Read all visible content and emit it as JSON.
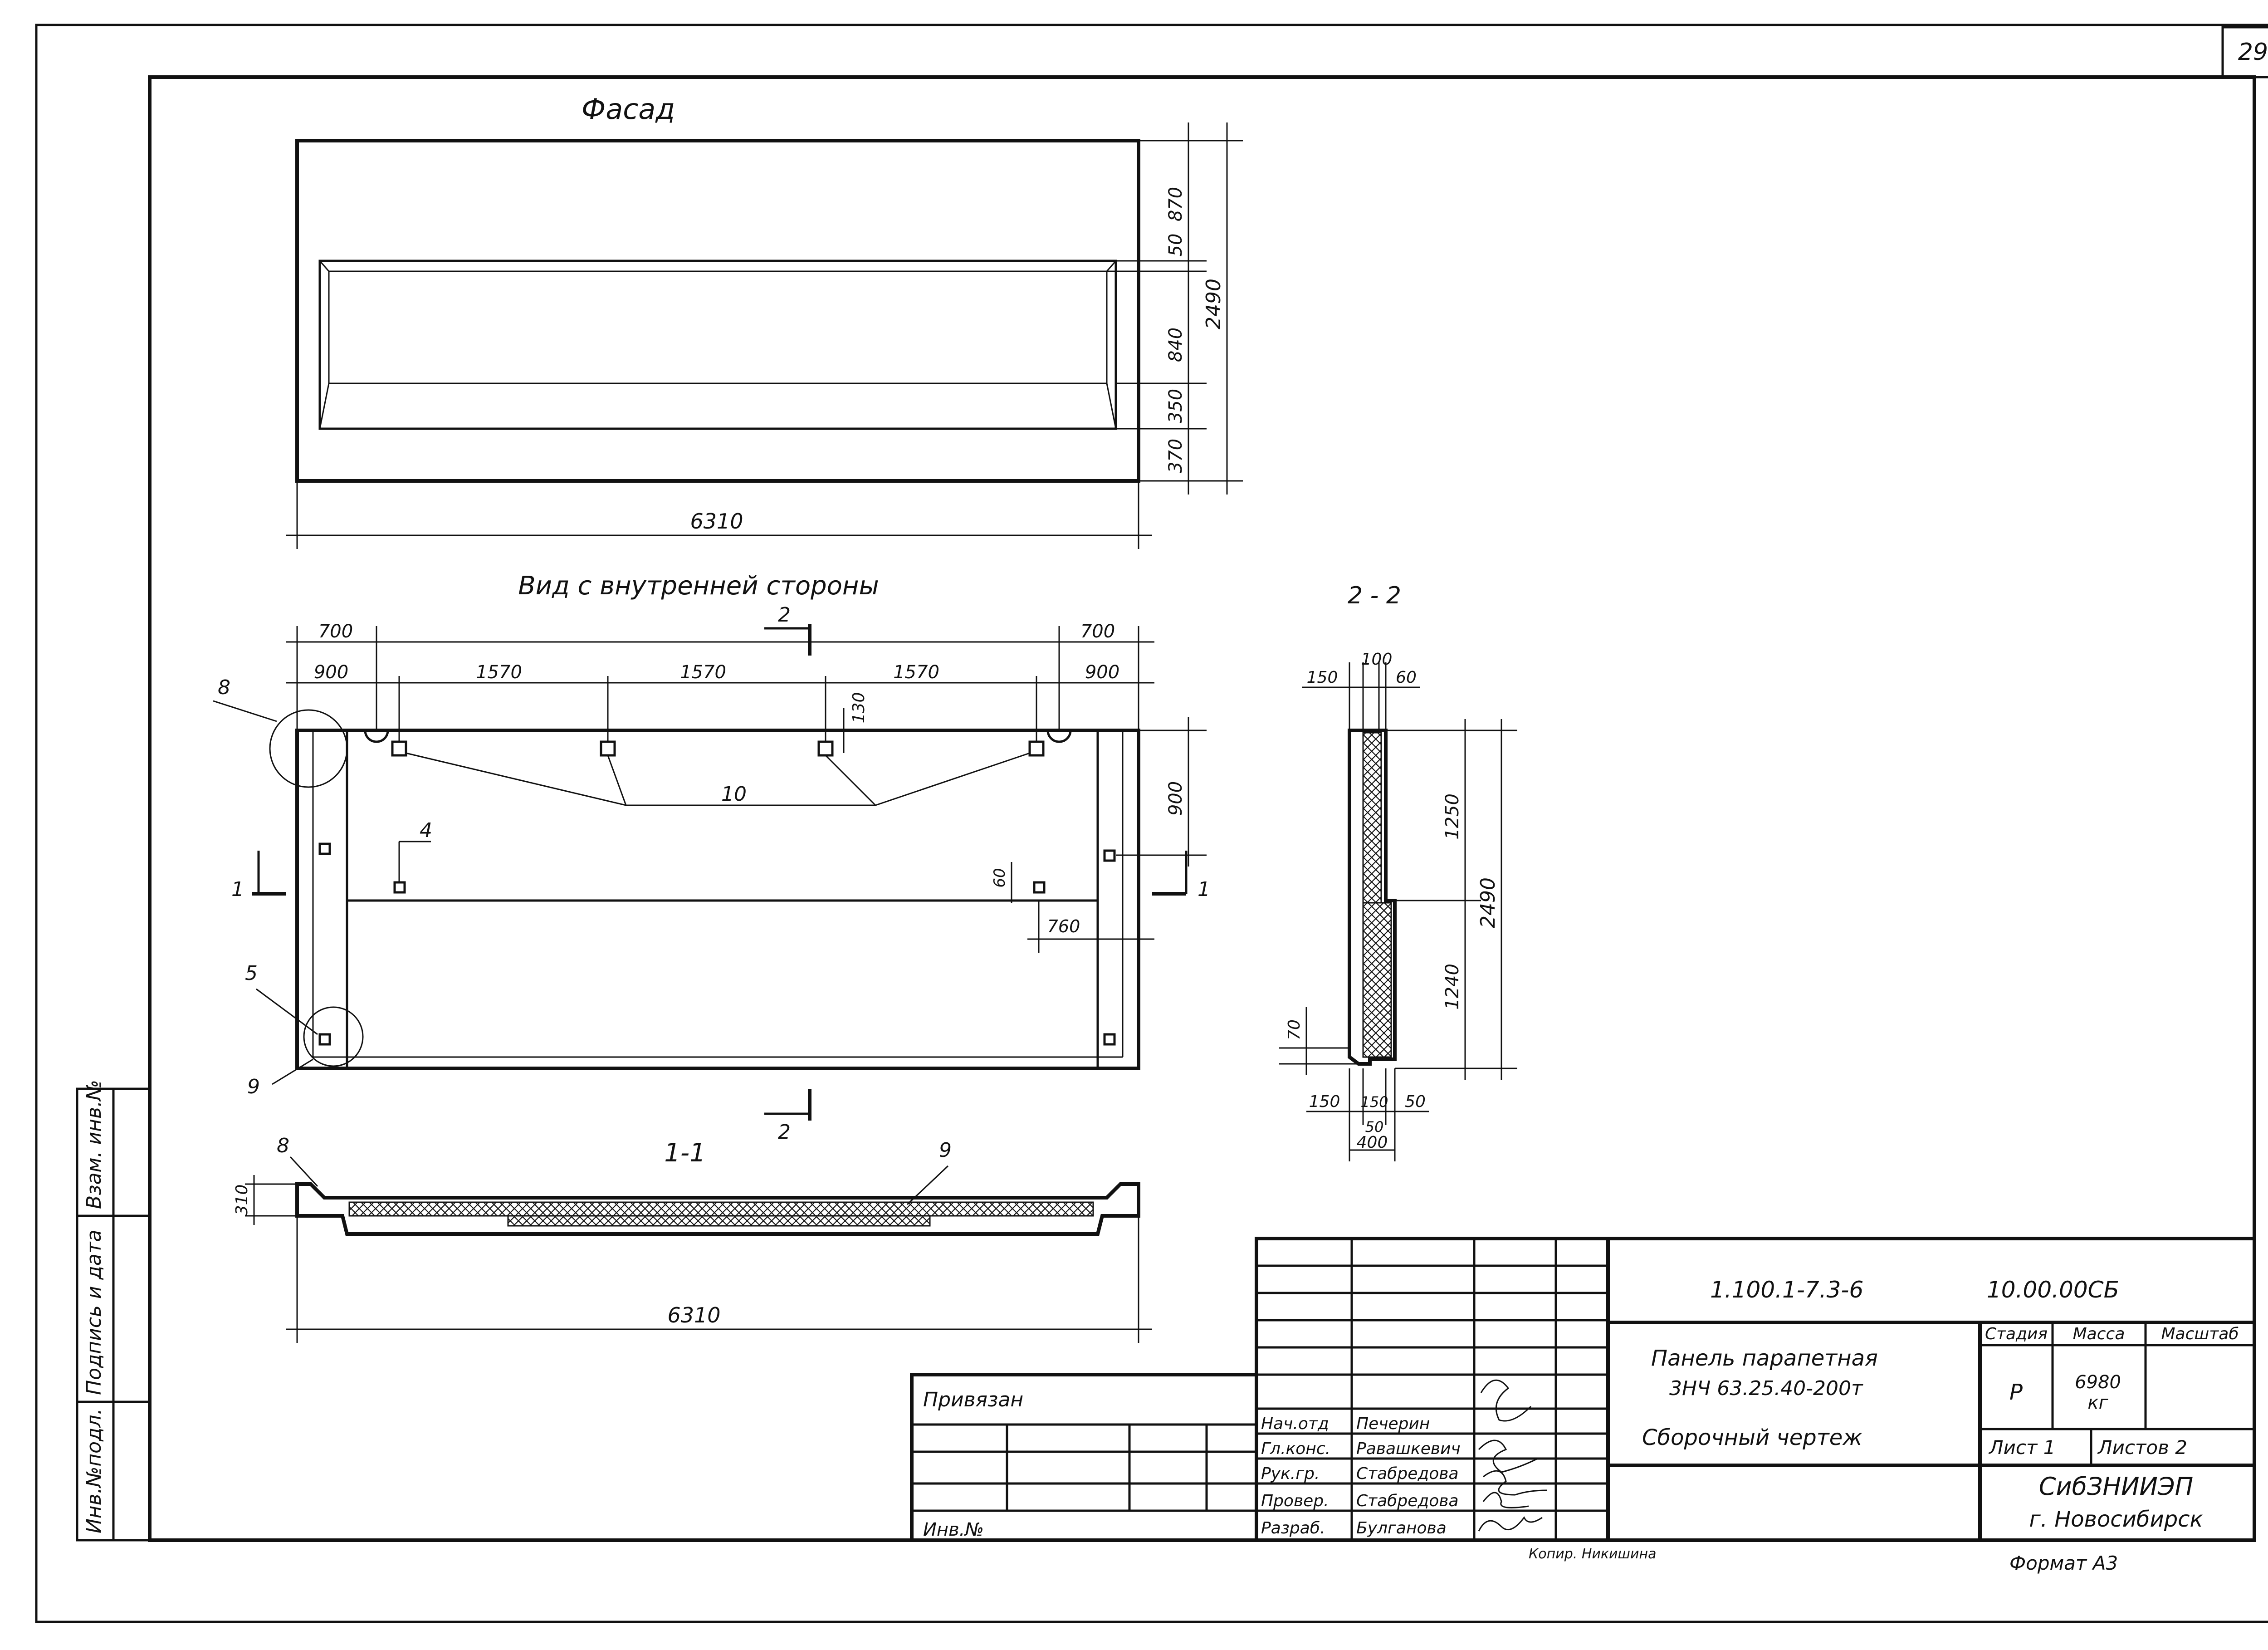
{
  "sheet_number": "29",
  "views": {
    "facade": {
      "title": "Фасад",
      "dims_right": [
        "870",
        "50",
        "840",
        "350",
        "370"
      ],
      "dim_total_height": "2490",
      "dim_length": "6310"
    },
    "inner": {
      "title": "Вид с внутренней стороны",
      "top_dims_upper": [
        "700",
        "700"
      ],
      "top_dims_lower": [
        "900",
        "1570",
        "1570",
        "1570",
        "900"
      ],
      "dim_130": "130",
      "dim_900": "900",
      "dim_60": "60",
      "dim_760": "760",
      "callouts": [
        "8",
        "10",
        "4",
        "5",
        "9"
      ],
      "section_marks": [
        "2",
        "1",
        "1",
        "2"
      ]
    },
    "section_2_2": {
      "title": "2 - 2",
      "top_dims": [
        "100",
        "150",
        "60"
      ],
      "right_dims": [
        "1250",
        "1240"
      ],
      "total": "2490",
      "left_dim": "70",
      "bottom_dims": [
        "150",
        "150",
        "50",
        "50",
        "400"
      ]
    },
    "section_1_1": {
      "title": "1-1",
      "callouts": [
        "8",
        "9"
      ],
      "left_dim": "310",
      "dim_length": "6310"
    }
  },
  "side_stamp": [
    "Инв.№подл.",
    "Подпись и дата",
    "Взам. инв.№"
  ],
  "title_block": {
    "code": "1.100.1-7.3-6",
    "doc": "10.00.00СБ",
    "title_lines": [
      "Панель парапетная",
      "3НЧ 63.25.40-200т",
      "Сборочный чертеж"
    ],
    "stage_header": "Стадия",
    "mass_header": "Масса",
    "scale_header": "Масштаб",
    "stage": "Р",
    "mass": "6980",
    "mass_unit": "кг",
    "sheet": "Лист 1",
    "sheets": "Листов 2",
    "org": "СибЗНИИЭП",
    "city": "г. Новосибирск",
    "roles": [
      "Нач.отд",
      "Гл.конс.",
      "Рук.гр.",
      "Провер.",
      "Разраб."
    ],
    "names": [
      "Печерин",
      "Равашкевич",
      "Стабредова",
      "Стабредова",
      "Булганова"
    ],
    "bound": "Привязан",
    "inv": "Инв.№",
    "copied": "Копир. Никишина",
    "format": "Формат А3"
  }
}
